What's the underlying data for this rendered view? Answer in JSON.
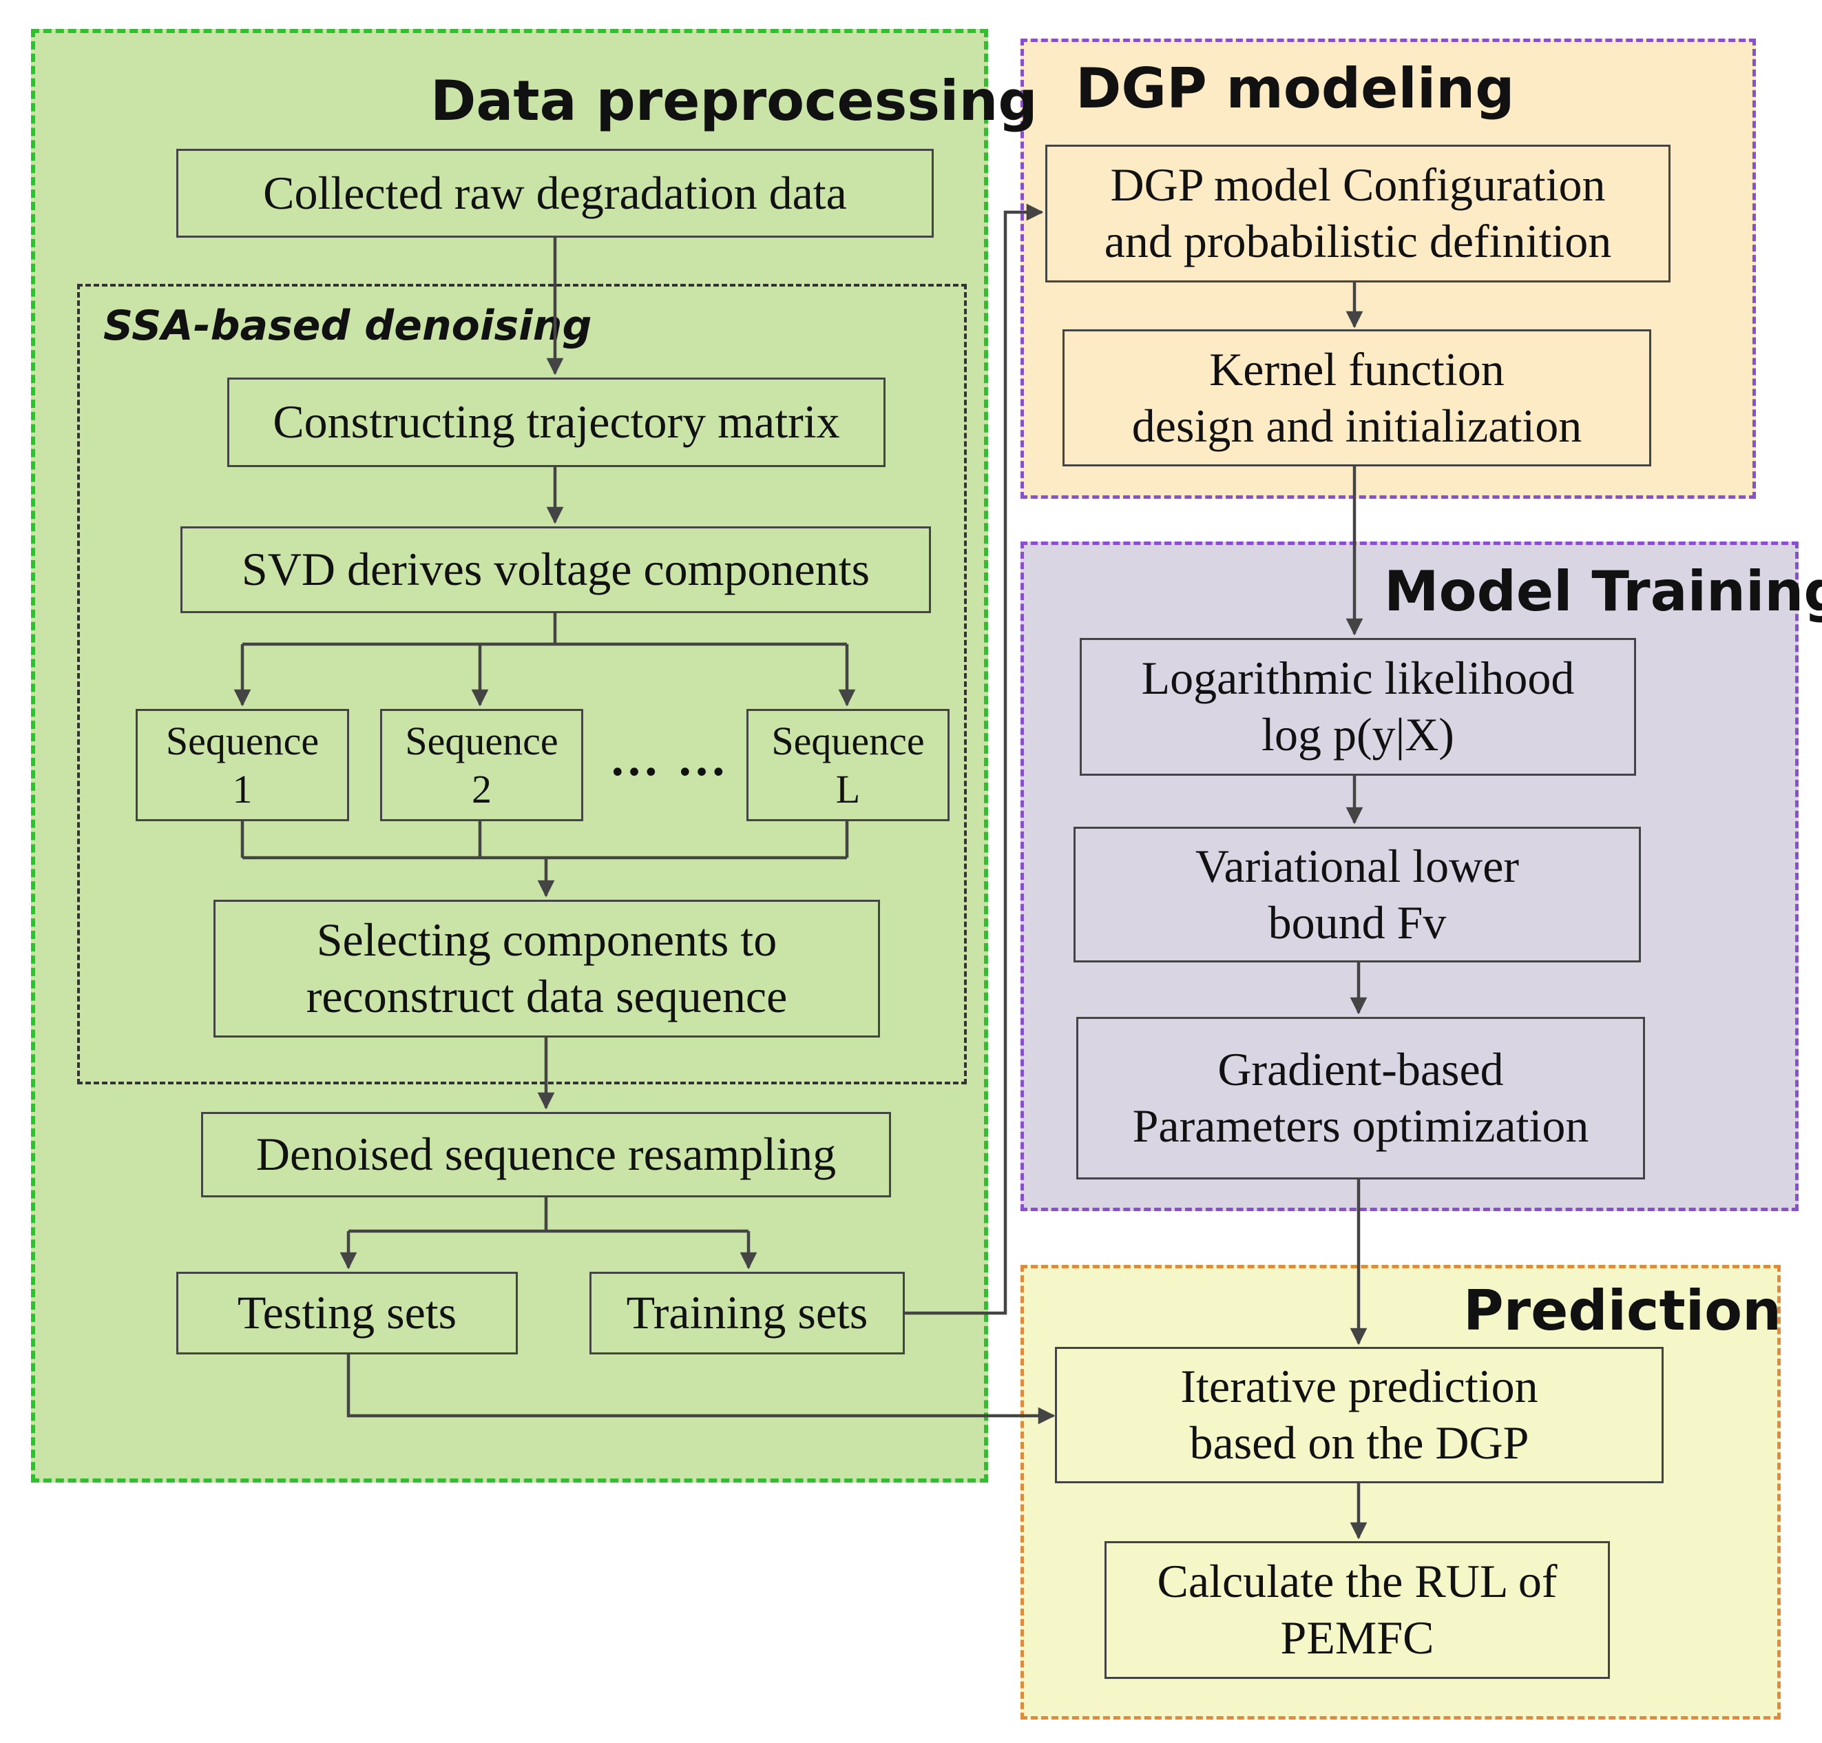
{
  "panels": {
    "preprocessing": {
      "title": "Data preprocessing"
    },
    "ssa": {
      "title": "SSA-based denoising"
    },
    "dgp": {
      "title": "DGP modeling"
    },
    "training": {
      "title": "Model Training"
    },
    "prediction": {
      "title": "Prediction"
    }
  },
  "boxes": {
    "raw": [
      "Collected raw degradation data"
    ],
    "trajectory": [
      "Constructing trajectory matrix"
    ],
    "svd": [
      "SVD derives voltage components"
    ],
    "seq1": [
      "Sequence",
      "1"
    ],
    "seq2": [
      "Sequence",
      "2"
    ],
    "seqL": [
      "Sequence",
      "L"
    ],
    "dots": "… …",
    "selecting": [
      "Selecting components to",
      "reconstruct data sequence"
    ],
    "resampling": [
      "Denoised sequence resampling"
    ],
    "testing": [
      "Testing sets"
    ],
    "training_sets": [
      "Training sets"
    ],
    "dgp_config": [
      "DGP model Configuration",
      "and probabilistic definition"
    ],
    "kernel": [
      "Kernel function",
      "design and initialization"
    ],
    "loglik": [
      "Logarithmic likelihood",
      "log  p(y|X)"
    ],
    "vlb": [
      "Variational lower",
      "bound Fv"
    ],
    "gradient": [
      "Gradient-based",
      "Parameters optimization"
    ],
    "iterative": [
      "Iterative prediction",
      "based on the DGP"
    ],
    "rul": [
      "Calculate the RUL of",
      "PEMFC"
    ]
  },
  "colors": {
    "preprocessing_fill": "#c9e4a6",
    "preprocessing_border": "#2fbf2f",
    "dgp_fill": "#fdebc6",
    "training_fill": "#dad5e3",
    "prediction_fill": "#f6f7c9",
    "dgp_border": "#8a4fd0",
    "prediction_border": "#e08a3a",
    "arrow": "#444444"
  }
}
